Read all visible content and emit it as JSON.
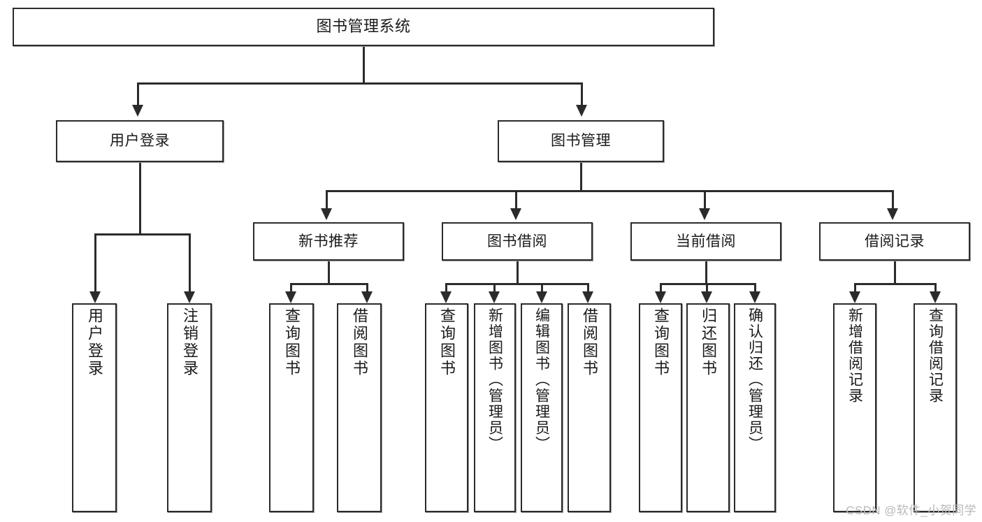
{
  "diagram": {
    "type": "tree-hierarchy",
    "title": "图书管理系统",
    "watermark": "CSDN @软件_小贺同学",
    "colors": {
      "border": "#2b2b2b",
      "background": "#ffffff",
      "text": "#1a1a1a",
      "connector": "#2b2b2b",
      "watermark": "#b9b9b9"
    },
    "levels": 4,
    "nodes": {
      "root": {
        "label": "图书管理系统"
      },
      "level2": [
        {
          "id": "user-login",
          "label": "用户登录"
        },
        {
          "id": "book-manage",
          "label": "图书管理"
        }
      ],
      "level3": [
        {
          "id": "new-book-recommend",
          "label": "新书推荐",
          "parent": "book-manage"
        },
        {
          "id": "book-borrow",
          "label": "图书借阅",
          "parent": "book-manage"
        },
        {
          "id": "current-borrow",
          "label": "当前借阅",
          "parent": "book-manage"
        },
        {
          "id": "borrow-record",
          "label": "借阅记录",
          "parent": "book-manage"
        }
      ],
      "leaves": [
        {
          "id": "leaf-user-login",
          "label": "用户登录",
          "parent": "user-login"
        },
        {
          "id": "leaf-user-logout",
          "label": "注销登录",
          "parent": "user-login"
        },
        {
          "id": "leaf-query-book-1",
          "label": "查询图书",
          "parent": "new-book-recommend"
        },
        {
          "id": "leaf-borrow-book-1",
          "label": "借阅图书",
          "parent": "new-book-recommend"
        },
        {
          "id": "leaf-query-book-2",
          "label": "查询图书",
          "parent": "book-borrow"
        },
        {
          "id": "leaf-add-book",
          "label": "新增图书（管理员）",
          "parent": "book-borrow"
        },
        {
          "id": "leaf-edit-book",
          "label": "编辑图书（管理员）",
          "parent": "book-borrow"
        },
        {
          "id": "leaf-borrow-book-2",
          "label": "借阅图书",
          "parent": "book-borrow"
        },
        {
          "id": "leaf-query-book-3",
          "label": "查询图书",
          "parent": "current-borrow"
        },
        {
          "id": "leaf-return-book",
          "label": "归还图书",
          "parent": "current-borrow"
        },
        {
          "id": "leaf-confirm-return",
          "label": "确认归还（管理员）",
          "parent": "current-borrow"
        },
        {
          "id": "leaf-add-record",
          "label": "新增借阅记录",
          "parent": "borrow-record"
        },
        {
          "id": "leaf-query-record",
          "label": "查询借阅记录",
          "parent": "borrow-record"
        }
      ]
    }
  }
}
